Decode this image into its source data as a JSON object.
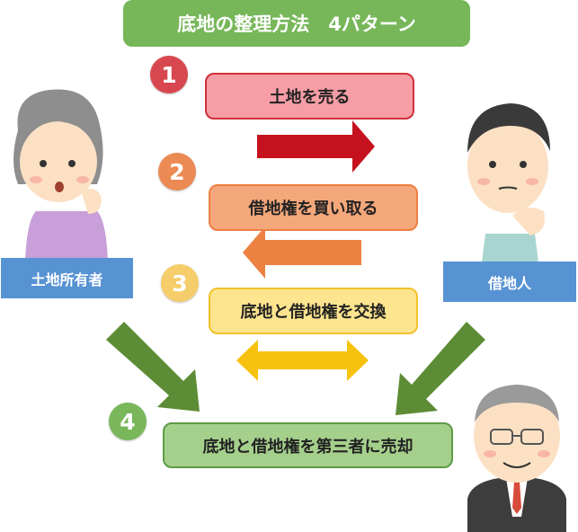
{
  "title": "底地の整理方法　4パターン",
  "patterns": [
    {
      "number": "1",
      "label": "土地を売る"
    },
    {
      "number": "2",
      "label": "借地権を買い取る"
    },
    {
      "number": "3",
      "label": "底地と借地権を交換"
    },
    {
      "number": "4",
      "label": "底地と借地権を第三者に売却"
    }
  ],
  "roles": {
    "landowner": "土地所有者",
    "tenant": "借地人"
  },
  "colors": {
    "title_bg": "#77b75a",
    "pattern1": "#d0303c",
    "pattern2": "#ec8141",
    "pattern3": "#f2c12c",
    "pattern4": "#5e9b45",
    "role_bg": "#5792d3",
    "arrow_sell": "#c5121e",
    "arrow_buy": "#ec8141",
    "arrow_exchange": "#f6c20e",
    "arrow_third": "#5c8c35"
  }
}
